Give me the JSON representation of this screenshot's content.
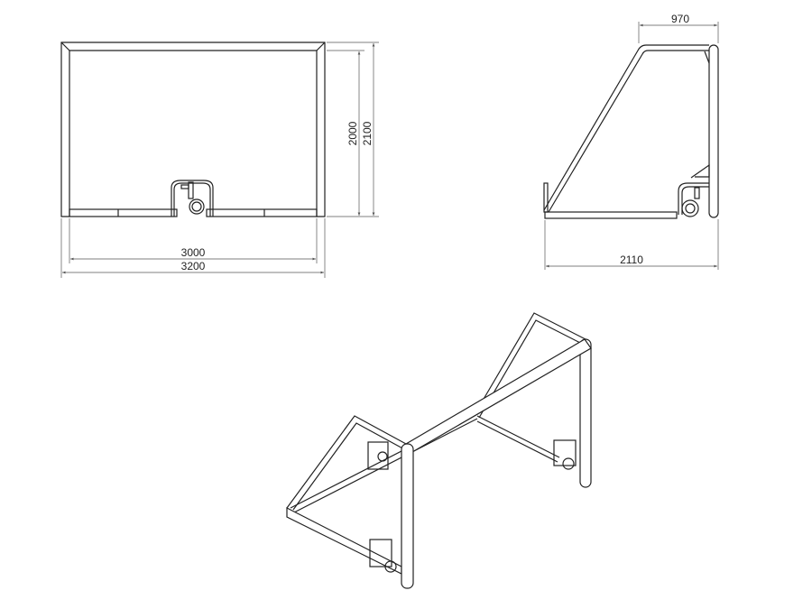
{
  "front_view": {
    "width_inner": "3000",
    "width_outer": "3200",
    "height_inner": "2000",
    "height_outer": "2100"
  },
  "side_view": {
    "top_depth": "970",
    "base_depth": "2110"
  }
}
